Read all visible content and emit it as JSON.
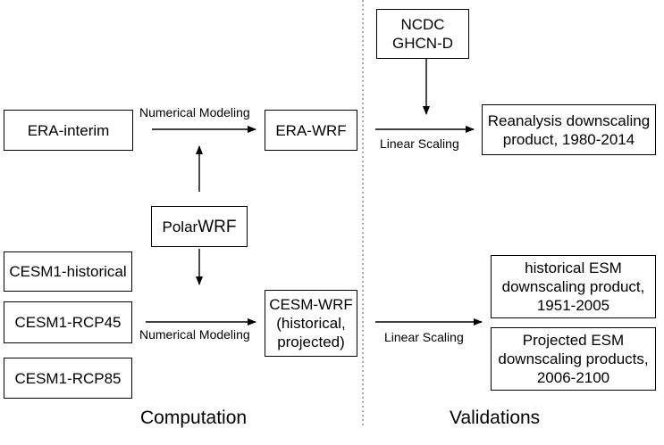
{
  "nodes": {
    "era_interim": "ERA-interim",
    "era_wrf": "ERA-WRF",
    "polarwrf_prefix": "Polar",
    "polarwrf_suffix": "WRF",
    "cesm_hist": "CESM1-historical",
    "cesm_rcp45": "CESM1-RCP45",
    "cesm_rcp85": "CESM1-RCP85",
    "cesm_wrf": [
      "CESM-WRF",
      "(historical,",
      "projected)"
    ],
    "ncdc": [
      "NCDC",
      "GHCN-D"
    ],
    "reanalysis": [
      "Reanalysis downscaling",
      "product, 1980-2014"
    ],
    "hist_esm": [
      "historical ESM",
      "downscaling product,",
      "1951-2005"
    ],
    "proj_esm": [
      "Projected ESM",
      "downscaling products,",
      "2006-2100"
    ]
  },
  "edge_labels": {
    "top_modeling": "Numerical Modeling",
    "bottom_modeling": "Numerical Modeling",
    "top_scaling": "Linear Scaling",
    "bottom_scaling": "Linear Scaling"
  },
  "sections": {
    "left": "Computation",
    "right": "Validations"
  }
}
